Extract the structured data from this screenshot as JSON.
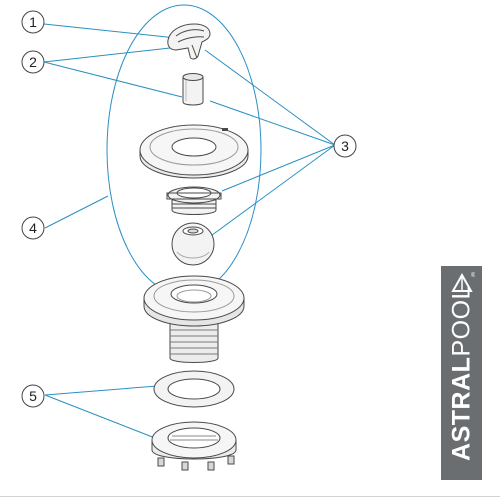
{
  "colors": {
    "leader": "#2a8fc4",
    "outline": "#4a4a4a",
    "part_fill": "#f3f3f3",
    "brand_bg": "#6b6e71"
  },
  "callouts": [
    {
      "number": "1"
    },
    {
      "number": "2"
    },
    {
      "number": "3"
    },
    {
      "number": "4"
    },
    {
      "number": "5"
    }
  ],
  "brand": {
    "name_bold": "ASTRAL",
    "name_light": "POOL",
    "registered": "®",
    "logo_icon": "astralpool-triangle-logo"
  }
}
